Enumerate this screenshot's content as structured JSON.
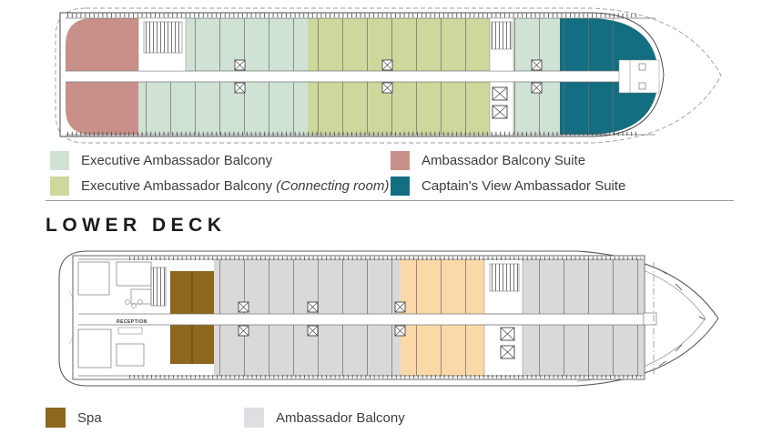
{
  "colors": {
    "mint_green": "#cfe2d4",
    "yellow_green": "#ccd89c",
    "rose": "#c9908a",
    "teal": "#136e81",
    "cabin_gray": "#d9d9d9",
    "swatch_gray": "#dddfe2",
    "peach": "#fad8a7",
    "brown": "#8c671d"
  },
  "upper_deck": {
    "legend": [
      {
        "label": "Executive Ambassador Balcony",
        "italic_suffix": ""
      },
      {
        "label": "Executive Ambassador Balcony",
        "italic_suffix": "(Connecting room)"
      },
      {
        "label": "Ambassador Balcony Suite",
        "italic_suffix": ""
      },
      {
        "label": "Captain's View Ambassador Suite",
        "italic_suffix": ""
      }
    ]
  },
  "lower_deck": {
    "title": "LOWER DECK",
    "plan": {
      "reception_label": "RECEPTION"
    },
    "legend": [
      {
        "label": "Spa"
      },
      {
        "label": "Ambassador Balcony"
      }
    ]
  }
}
